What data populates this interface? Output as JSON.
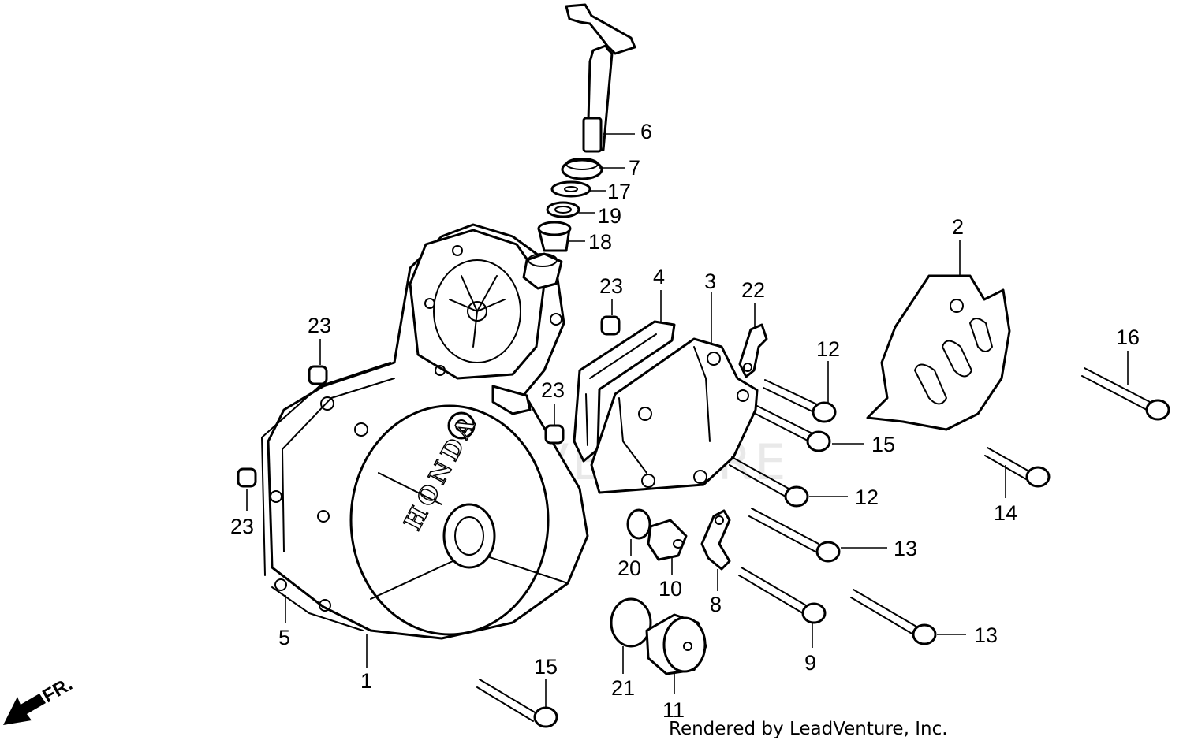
{
  "watermark": "LEADVENTURE",
  "brand_emboss": "HONDA",
  "direction_label": "FR.",
  "credit": "Rendered by LeadVenture, Inc.",
  "callouts": {
    "p1": "1",
    "p2": "2",
    "p3": "3",
    "p4": "4",
    "p5": "5",
    "p6": "6",
    "p7": "7",
    "p8": "8",
    "p9": "9",
    "p10": "10",
    "p11": "11",
    "p12a": "12",
    "p12b": "12",
    "p13a": "13",
    "p13b": "13",
    "p14": "14",
    "p15a": "15",
    "p15b": "15",
    "p16": "16",
    "p17": "17",
    "p18": "18",
    "p19": "19",
    "p20": "20",
    "p21": "21",
    "p22": "22",
    "p23a": "23",
    "p23b": "23",
    "p23c": "23",
    "p23d": "23"
  }
}
